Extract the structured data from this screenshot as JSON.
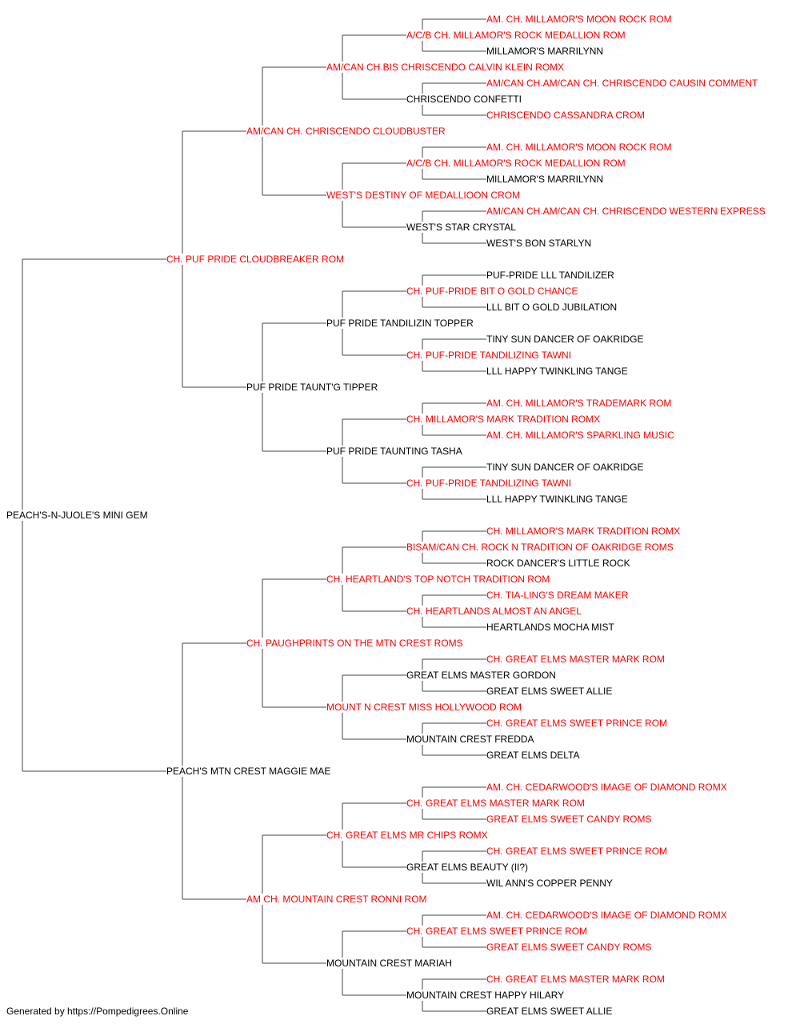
{
  "colors": {
    "champion": "#ff0000",
    "plain": "#000000",
    "connector": "#444444"
  },
  "pedigree": {
    "name": "PEACH'S-N-JUOLE'S MINI GEM",
    "champion": false,
    "sire": {
      "name": "CH. PUF PRIDE CLOUDBREAKER ROM",
      "champion": true,
      "sire": {
        "name": "AM/CAN CH. CHRISCENDO CLOUDBUSTER",
        "champion": true,
        "sire": {
          "name": "AM/CAN CH.BIS CHRISCENDO CALVIN KLEIN ROMX",
          "champion": true,
          "sire": {
            "name": "A/C/B CH. MILLAMOR'S ROCK MEDALLION ROM",
            "champion": true,
            "sire": {
              "name": "AM. CH. MILLAMOR'S MOON ROCK ROM",
              "champion": true
            },
            "dam": {
              "name": "MILLAMOR'S MARRILYNN",
              "champion": false
            }
          },
          "dam": {
            "name": "CHRISCENDO CONFETTI",
            "champion": false,
            "sire": {
              "name": "AM/CAN CH.AM/CAN CH. CHRISCENDO CAUSIN COMMENT",
              "champion": true
            },
            "dam": {
              "name": "CHRISCENDO CASSANDRA CROM",
              "champion": true
            }
          }
        },
        "dam": {
          "name": "WEST'S DESTINY OF MEDALLIOON CROM",
          "champion": true,
          "sire": {
            "name": "A/C/B CH. MILLAMOR'S ROCK MEDALLION ROM",
            "champion": true,
            "sire": {
              "name": "AM. CH. MILLAMOR'S MOON ROCK ROM",
              "champion": true
            },
            "dam": {
              "name": "MILLAMOR'S MARRILYNN",
              "champion": false
            }
          },
          "dam": {
            "name": "WEST'S STAR CRYSTAL",
            "champion": false,
            "sire": {
              "name": "AM/CAN CH.AM/CAN CH. CHRISCENDO WESTERN EXPRESS",
              "champion": true
            },
            "dam": {
              "name": "WEST'S BON STARLYN",
              "champion": false
            }
          }
        }
      },
      "dam": {
        "name": "PUF PRIDE TAUNT'G TIPPER",
        "champion": false,
        "sire": {
          "name": "PUF PRIDE TANDILIZIN TOPPER",
          "champion": false,
          "sire": {
            "name": "CH. PUF-PRIDE BIT O GOLD CHANCE",
            "champion": true,
            "sire": {
              "name": "PUF-PRIDE LLL TANDILIZER",
              "champion": false
            },
            "dam": {
              "name": "LLL BIT O GOLD JUBILATION",
              "champion": false
            }
          },
          "dam": {
            "name": "CH. PUF-PRIDE TANDILIZING TAWNI",
            "champion": true,
            "sire": {
              "name": "TINY SUN DANCER OF OAKRIDGE",
              "champion": false
            },
            "dam": {
              "name": "LLL HAPPY TWINKLING TANGE",
              "champion": false
            }
          }
        },
        "dam": {
          "name": "PUF PRIDE TAUNTING TASHA",
          "champion": false,
          "sire": {
            "name": "CH. MILLAMOR'S MARK TRADITION ROMX",
            "champion": true,
            "sire": {
              "name": "AM. CH. MILLAMOR'S TRADEMARK ROM",
              "champion": true
            },
            "dam": {
              "name": "AM. CH. MILLAMOR'S SPARKLING MUSIC",
              "champion": true
            }
          },
          "dam": {
            "name": "CH. PUF-PRIDE TANDILIZING TAWNI",
            "champion": true,
            "sire": {
              "name": "TINY SUN DANCER OF OAKRIDGE",
              "champion": false
            },
            "dam": {
              "name": "LLL HAPPY TWINKLING TANGE",
              "champion": false
            }
          }
        }
      }
    },
    "dam": {
      "name": "PEACH'S MTN CREST MAGGIE MAE",
      "champion": false,
      "sire": {
        "name": "CH. PAUGHPRINTS ON THE MTN CREST ROMS",
        "champion": true,
        "sire": {
          "name": "CH. HEARTLAND'S TOP NOTCH TRADITION ROM",
          "champion": true,
          "sire": {
            "name": "BISAM/CAN CH. ROCK N TRADITION OF OAKRIDGE ROMS",
            "champion": true,
            "sire": {
              "name": "CH. MILLAMOR'S MARK TRADITION ROMX",
              "champion": true
            },
            "dam": {
              "name": "ROCK DANCER'S LITTLE ROCK",
              "champion": false
            }
          },
          "dam": {
            "name": "CH. HEARTLANDS ALMOST AN ANGEL",
            "champion": true,
            "sire": {
              "name": "CH. TIA-LING'S DREAM MAKER",
              "champion": true
            },
            "dam": {
              "name": "HEARTLANDS MOCHA MIST",
              "champion": false
            }
          }
        },
        "dam": {
          "name": "MOUNT N CREST MISS HOLLYWOOD ROM",
          "champion": true,
          "sire": {
            "name": "GREAT ELMS MASTER GORDON",
            "champion": false,
            "sire": {
              "name": "CH. GREAT ELMS MASTER MARK ROM",
              "champion": true
            },
            "dam": {
              "name": "GREAT ELMS SWEET ALLIE",
              "champion": false
            }
          },
          "dam": {
            "name": "MOUNTAIN CREST FREDDA",
            "champion": false,
            "sire": {
              "name": "CH. GREAT ELMS SWEET PRINCE ROM",
              "champion": true
            },
            "dam": {
              "name": "GREAT ELMS DELTA",
              "champion": false
            }
          }
        }
      },
      "dam": {
        "name": "AM CH. MOUNTAIN CREST RONNI ROM",
        "champion": true,
        "sire": {
          "name": "CH. GREAT ELMS MR CHIPS ROMX",
          "champion": true,
          "sire": {
            "name": "CH. GREAT ELMS MASTER MARK ROM",
            "champion": true,
            "sire": {
              "name": "AM. CH. CEDARWOOD'S IMAGE OF DIAMOND ROMX",
              "champion": true
            },
            "dam": {
              "name": "GREAT ELMS SWEET CANDY ROMS",
              "champion": true
            }
          },
          "dam": {
            "name": "GREAT ELMS BEAUTY (II?)",
            "champion": false,
            "sire": {
              "name": "CH. GREAT ELMS SWEET PRINCE ROM",
              "champion": true
            },
            "dam": {
              "name": "WIL ANN'S COPPER PENNY",
              "champion": false
            }
          }
        },
        "dam": {
          "name": "MOUNTAIN CREST MARIAH",
          "champion": false,
          "sire": {
            "name": "CH. GREAT ELMS SWEET PRINCE ROM",
            "champion": true,
            "sire": {
              "name": "AM. CH. CEDARWOOD'S IMAGE OF DIAMOND ROMX",
              "champion": true
            },
            "dam": {
              "name": "GREAT ELMS SWEET CANDY ROMS",
              "champion": true
            }
          },
          "dam": {
            "name": "MOUNTAIN CREST HAPPY HILARY",
            "champion": false,
            "sire": {
              "name": "CH. GREAT ELMS MASTER MARK ROM",
              "champion": true
            },
            "dam": {
              "name": "GREAT ELMS SWEET ALLIE",
              "champion": false
            }
          }
        }
      }
    }
  },
  "footer": "Generated by https://Pompedigrees.Online"
}
